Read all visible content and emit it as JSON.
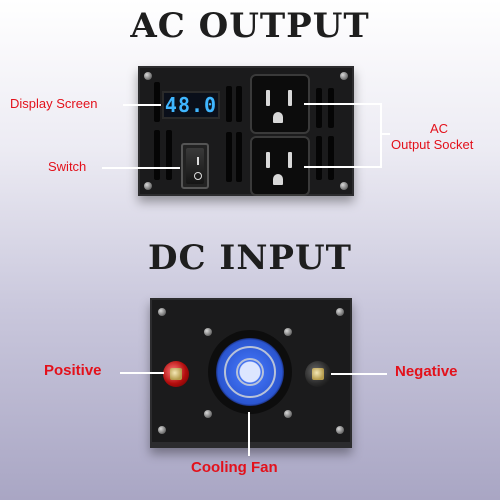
{
  "headings": {
    "ac": "AC OUTPUT",
    "dc": "DC INPUT"
  },
  "ac_panel": {
    "display_value": "48.0",
    "labels": {
      "display_screen": "Display Screen",
      "switch": "Switch",
      "ac_line1": "AC",
      "ac_line2": "Output Socket"
    }
  },
  "dc_panel": {
    "labels": {
      "positive": "Positive",
      "negative": "Negative",
      "cooling_fan": "Cooling Fan"
    }
  },
  "colors": {
    "label_red": "#e3111b",
    "display_blue": "#3fb6ff",
    "fan_blue": "#3f6ff0",
    "panel_black": "#1b1b1c"
  }
}
